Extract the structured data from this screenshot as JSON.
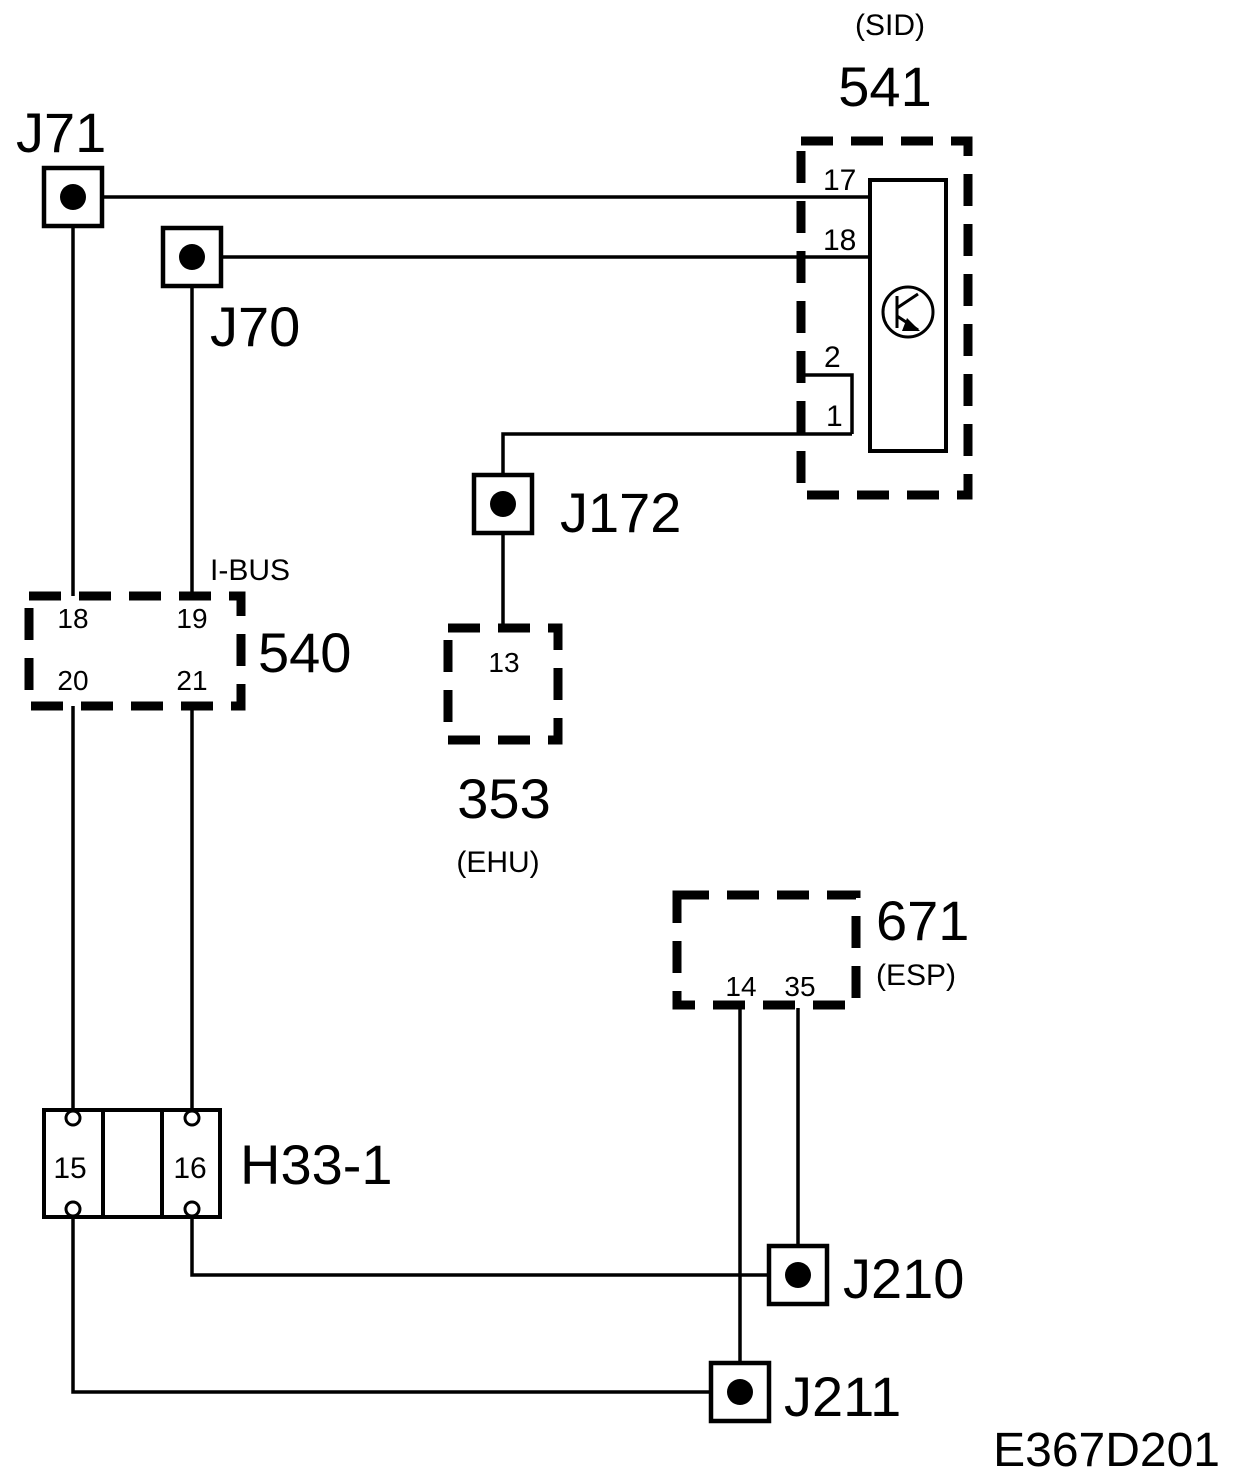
{
  "diagram": {
    "figure_id": "E367D201",
    "bus_label": "I-BUS",
    "components": {
      "sid": {
        "number": "541",
        "name": "(SID)",
        "pins": [
          "17",
          "18",
          "2",
          "1"
        ]
      },
      "i_bus_module": {
        "number": "540",
        "pins": [
          "18",
          "19",
          "20",
          "21"
        ]
      },
      "ehu": {
        "number": "353",
        "name": "(EHU)",
        "pins": [
          "13"
        ]
      },
      "esp": {
        "number": "671",
        "name": "(ESP)",
        "pins": [
          "14",
          "35"
        ]
      },
      "connector_h33": {
        "number": "H33-1",
        "pins": [
          "15",
          "16"
        ]
      }
    },
    "junctions": {
      "j71": "J71",
      "j70": "J70",
      "j172": "J172",
      "j210": "J210",
      "j211": "J211"
    }
  }
}
